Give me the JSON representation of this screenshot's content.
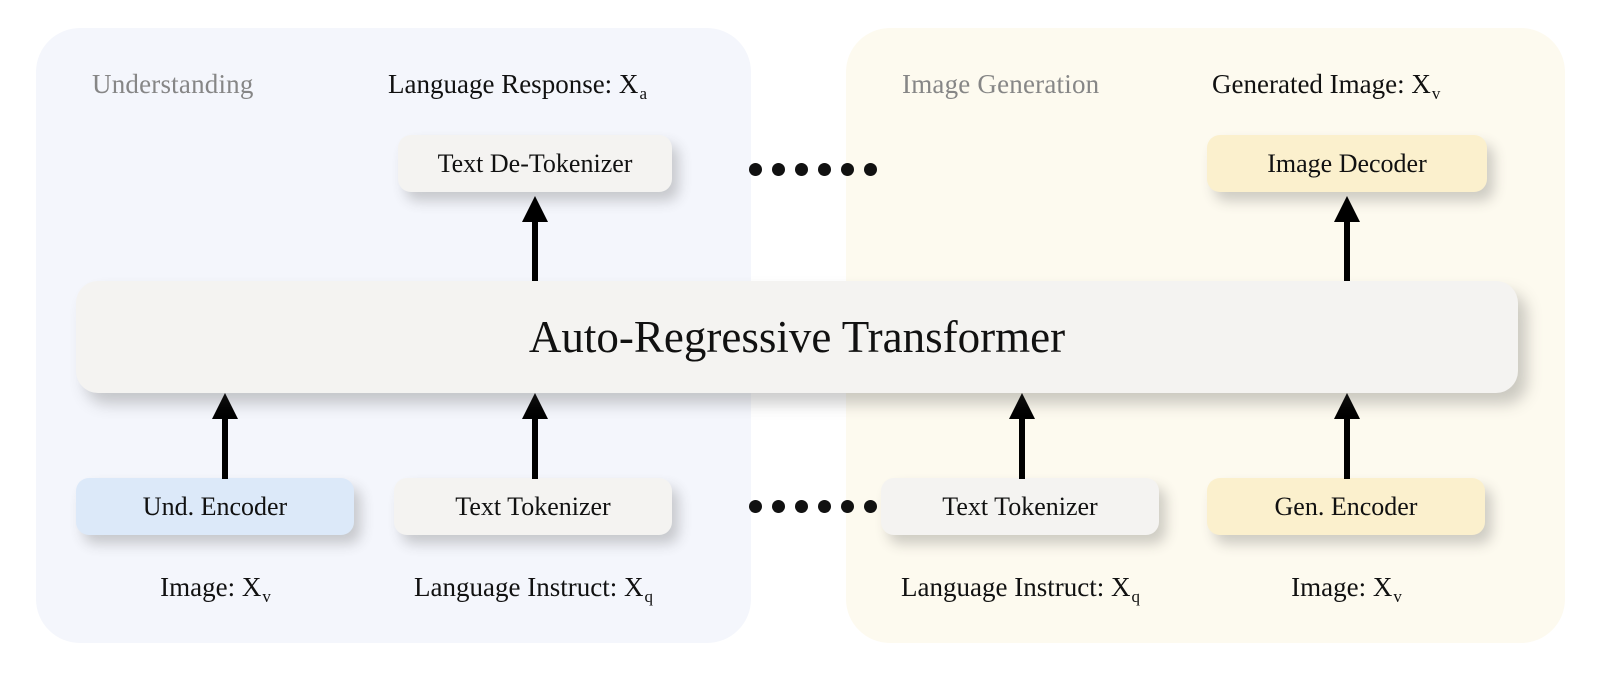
{
  "figure": {
    "center_block": {
      "label": "Auto-Regressive Transformer"
    }
  },
  "panels": [
    {
      "id": "understanding",
      "title": "Understanding",
      "accent": "#dce9f9",
      "background": "#f4f6fc",
      "top_label": "Language Response: X",
      "top_label_sub": "a",
      "top_node": "Text De-Tokenizer",
      "bottom_nodes": [
        {
          "name": "Und. Encoder",
          "style": "blue"
        },
        {
          "name": "Text Tokenizer",
          "style": "gray"
        }
      ],
      "bottom_labels": [
        {
          "text": "Image: X",
          "sub": "v"
        },
        {
          "text": "Language Instruct: X",
          "sub": "q"
        }
      ]
    },
    {
      "id": "image-generation",
      "title": "Image Generation",
      "accent": "#fbf0cd",
      "background": "#fdfaef",
      "top_label": "Generated Image: X",
      "top_label_sub": "v",
      "top_node": "Image Decoder",
      "bottom_nodes": [
        {
          "name": "Text Tokenizer",
          "style": "gray"
        },
        {
          "name": "Gen. Encoder",
          "style": "yellow"
        }
      ],
      "bottom_labels": [
        {
          "text": "Language Instruct: X",
          "sub": "q"
        },
        {
          "text": "Image: X",
          "sub": "v"
        }
      ]
    }
  ],
  "ellipsis": {
    "dot_count": 6,
    "color": "#111111"
  },
  "colors": {
    "text": "#111111",
    "muted_text": "#868686",
    "node_gray": "#f4f3f1",
    "node_blue": "#dce9f9",
    "node_yellow": "#fbf0cd",
    "arrow": "#000000"
  }
}
